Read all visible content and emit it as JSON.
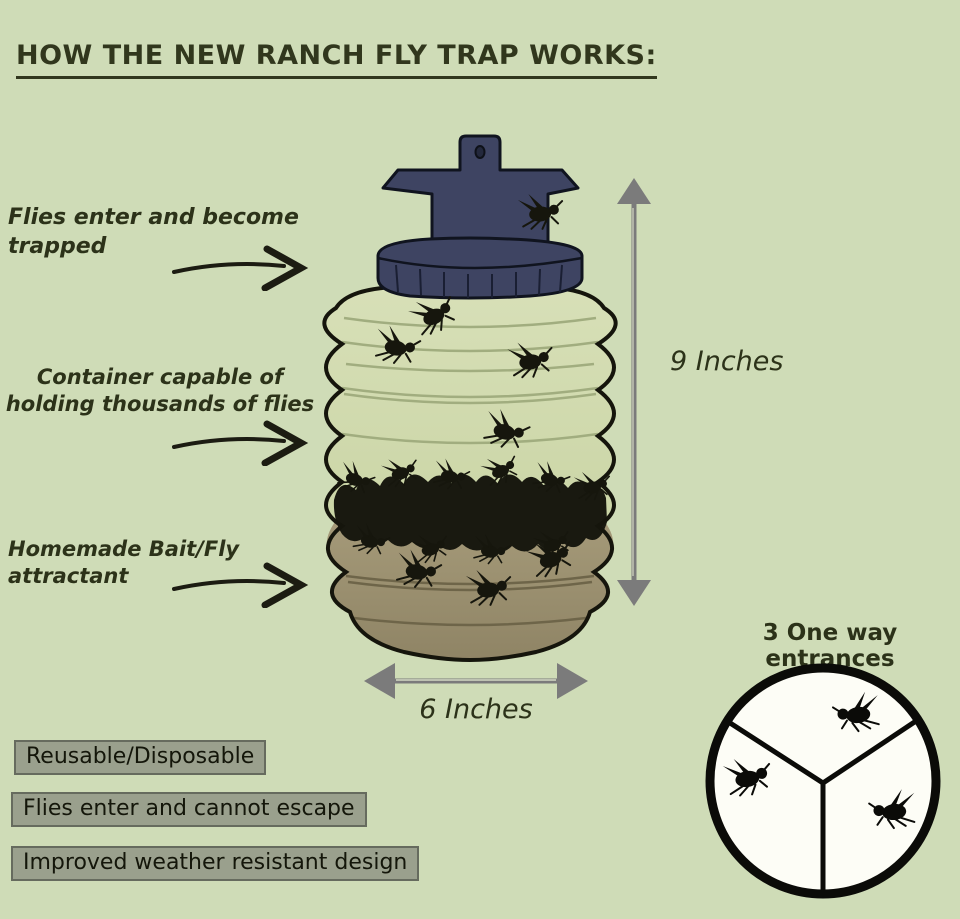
{
  "title": "HOW THE NEW RANCH FLY TRAP WORKS:",
  "annotations": {
    "enter": "Flies enter and become trapped",
    "container": "Container capable of holding thousands of flies",
    "bait": "Homemade Bait/Fly attractant"
  },
  "dimensions": {
    "height": "9 Inches",
    "width": "6 Inches"
  },
  "entrances": {
    "label": "3 One way entrances",
    "count": 3
  },
  "features": [
    "Reusable/Disposable",
    "Flies enter and cannot escape",
    "Improved weather resistant design"
  ],
  "icons": {
    "fly": "fly-silhouette",
    "hand_arrow": "hand-drawn-right-arrow",
    "dimension_arrow": "double-headed-gray-arrow"
  },
  "colors": {
    "background": "#cfdcb7",
    "text": "#2c3219",
    "cap_navy": "#3e4462",
    "body_green": "#ccd6a6",
    "bait_brown": "#9c9171",
    "fly_black": "#17170e",
    "dimension_gray": "#7b7b7b",
    "feature_highlight": "#9aa08d",
    "circle_fill": "#fdfdf6"
  }
}
